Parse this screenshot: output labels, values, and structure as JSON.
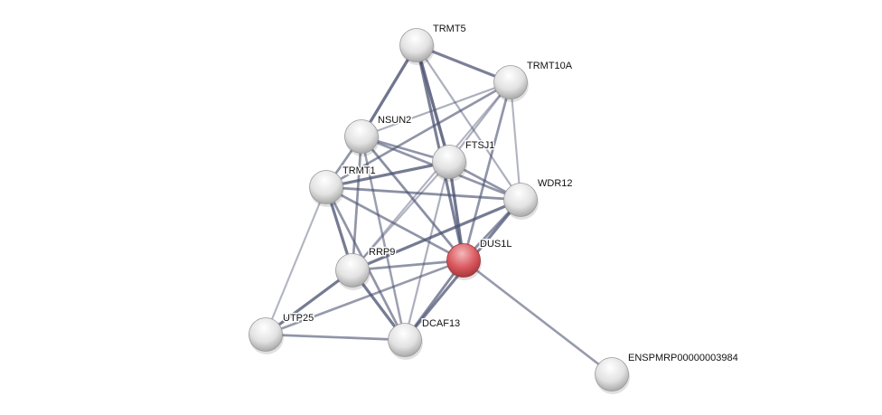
{
  "network": {
    "query_node": "DUS1L",
    "colors": {
      "query": "#d9595f",
      "node": "#e6e6e6",
      "edge": "#4a5170"
    },
    "nodes": [
      {
        "id": "TRMT5",
        "label": "TRMT5"
      },
      {
        "id": "TRMT10A",
        "label": "TRMT10A"
      },
      {
        "id": "NSUN2",
        "label": "NSUN2"
      },
      {
        "id": "FTSJ1",
        "label": "FTSJ1"
      },
      {
        "id": "TRMT1",
        "label": "TRMT1"
      },
      {
        "id": "WDR12",
        "label": "WDR12"
      },
      {
        "id": "DUS1L",
        "label": "DUS1L"
      },
      {
        "id": "RRP9",
        "label": "RRP9"
      },
      {
        "id": "UTP25",
        "label": "UTP25"
      },
      {
        "id": "DCAF13",
        "label": "DCAF13"
      },
      {
        "id": "ENSPMRP00000003984",
        "label": "ENSPMRP00000003984"
      }
    ],
    "edges": [
      [
        "TRMT5",
        "TRMT10A",
        0.8
      ],
      [
        "TRMT5",
        "NSUN2",
        0.9
      ],
      [
        "TRMT5",
        "FTSJ1",
        0.95
      ],
      [
        "TRMT5",
        "WDR12",
        0.35
      ],
      [
        "TRMT5",
        "DUS1L",
        0.8
      ],
      [
        "TRMT10A",
        "NSUN2",
        0.35
      ],
      [
        "TRMT10A",
        "TRMT1",
        0.6
      ],
      [
        "TRMT10A",
        "FTSJ1",
        0.35
      ],
      [
        "TRMT10A",
        "RRP9",
        0.3
      ],
      [
        "TRMT10A",
        "DUS1L",
        0.6
      ],
      [
        "TRMT10A",
        "WDR12",
        0.3
      ],
      [
        "NSUN2",
        "FTSJ1",
        0.6
      ],
      [
        "NSUN2",
        "WDR12",
        0.6
      ],
      [
        "NSUN2",
        "TRMT1",
        0.6
      ],
      [
        "NSUN2",
        "DUS1L",
        0.65
      ],
      [
        "NSUN2",
        "RRP9",
        0.6
      ],
      [
        "NSUN2",
        "DCAF13",
        0.5
      ],
      [
        "FTSJ1",
        "TRMT1",
        0.85
      ],
      [
        "FTSJ1",
        "WDR12",
        0.6
      ],
      [
        "FTSJ1",
        "DUS1L",
        0.9
      ],
      [
        "FTSJ1",
        "RRP9",
        0.3
      ],
      [
        "FTSJ1",
        "DCAF13",
        0.35
      ],
      [
        "TRMT1",
        "WDR12",
        0.65
      ],
      [
        "TRMT1",
        "DUS1L",
        0.6
      ],
      [
        "TRMT1",
        "RRP9",
        0.85
      ],
      [
        "TRMT1",
        "DCAF13",
        0.6
      ],
      [
        "TRMT1",
        "UTP25",
        0.3
      ],
      [
        "WDR12",
        "RRP9",
        0.85
      ],
      [
        "WDR12",
        "DUS1L",
        0.65
      ],
      [
        "WDR12",
        "DCAF13",
        0.8
      ],
      [
        "DUS1L",
        "RRP9",
        0.6
      ],
      [
        "DUS1L",
        "UTP25",
        0.55
      ],
      [
        "DUS1L",
        "DCAF13",
        0.7
      ],
      [
        "DUS1L",
        "ENSPMRP00000003984",
        0.55
      ],
      [
        "RRP9",
        "UTP25",
        0.85
      ],
      [
        "RRP9",
        "DCAF13",
        0.85
      ],
      [
        "UTP25",
        "DCAF13",
        0.6
      ]
    ]
  }
}
